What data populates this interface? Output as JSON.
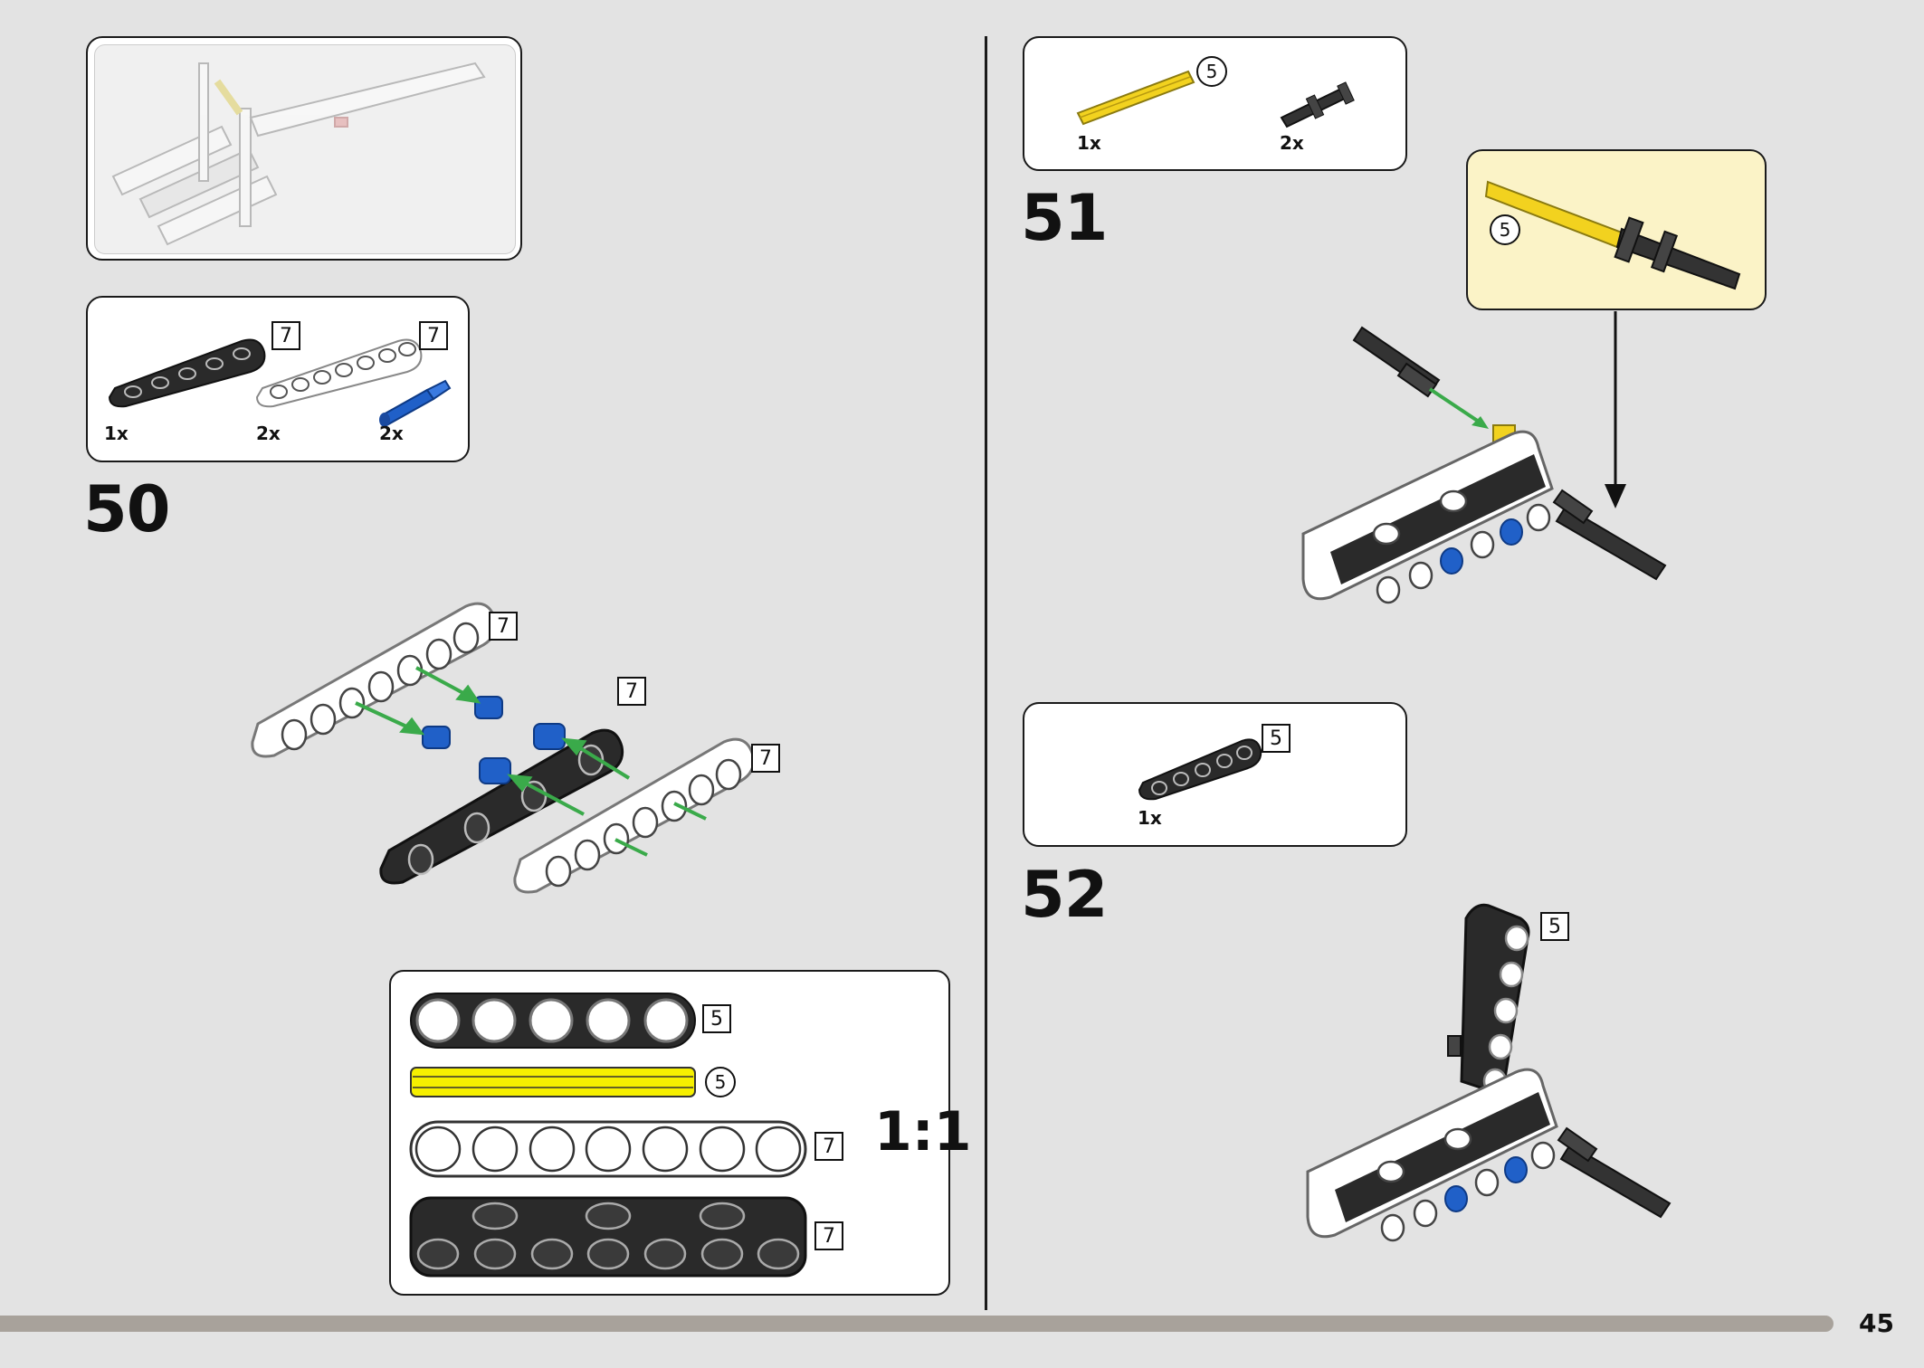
{
  "steps": {
    "s50": {
      "number": "50",
      "parts": [
        {
          "qty": "1x",
          "size": "7"
        },
        {
          "qty": "2x",
          "size": "7"
        },
        {
          "qty": "2x"
        }
      ],
      "callouts": [
        "7",
        "7",
        "7"
      ]
    },
    "s51": {
      "number": "51",
      "parts": [
        {
          "qty": "1x",
          "size": "5"
        },
        {
          "qty": "2x"
        }
      ],
      "subassembly_size": "5"
    },
    "s52": {
      "number": "52",
      "parts": [
        {
          "qty": "1x",
          "size": "5"
        }
      ],
      "callout": "5"
    }
  },
  "scale_box": {
    "ratio": "1:1",
    "sizes": [
      "5",
      "5",
      "7",
      "7"
    ]
  },
  "page_number": "45",
  "colors": {
    "background": "#e3e3e3",
    "progress_bar": "#a8a29b",
    "subassembly_bg": "#fbf3c7",
    "arrow_green": "#3aaa4a",
    "blue_pin": "#2060c8",
    "yellow_axle": "#f2d21f"
  }
}
